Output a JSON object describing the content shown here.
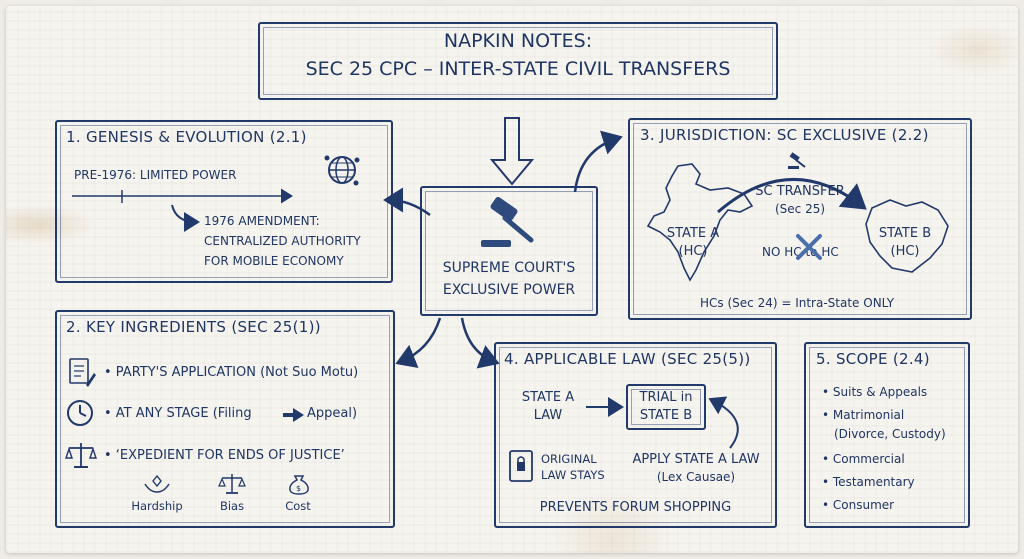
{
  "title": {
    "line1": "NAPKIN NOTES:",
    "line2": "SEC 25 CPC – INTER-STATE CIVIL TRANSFERS"
  },
  "center": {
    "line1": "SUPREME COURT'S",
    "line2": "EXCLUSIVE POWER"
  },
  "genesis": {
    "heading": "1. GENESIS & EVOLUTION (2.1)",
    "pre": "PRE-1976: LIMITED POWER",
    "amend1": "1976 AMENDMENT:",
    "amend2": "CENTRALIZED AUTHORITY",
    "amend3": "FOR MOBILE ECONOMY"
  },
  "jurisdiction": {
    "heading": "3. JURISDICTION: SC EXCLUSIVE (2.2)",
    "transfer1": "SC TRANSFER",
    "transfer2": "(Sec 25)",
    "state_a1": "STATE A",
    "state_a2": "(HC)",
    "state_b1": "STATE B",
    "state_b2": "(HC)",
    "no_hc": "NO HC to HC",
    "note": "HCs (Sec 24) = Intra-State ONLY"
  },
  "ingredients": {
    "heading": "2. KEY INGREDIENTS (SEC 25(1))",
    "items": [
      "• PARTY'S APPLICATION (Not Suo Motu)",
      "• AT ANY STAGE (Filing",
      "Appeal)",
      "• ‘EXPEDIENT FOR ENDS OF JUSTICE’"
    ],
    "factors": [
      "Hardship",
      "Bias",
      "Cost"
    ]
  },
  "law": {
    "heading": "4. APPLICABLE LAW (SEC 25(5))",
    "state_a1": "STATE A",
    "state_a2": "LAW",
    "trial1": "TRIAL in",
    "trial2": "STATE B",
    "orig1": "ORIGINAL",
    "orig2": "LAW STAYS",
    "apply1": "APPLY STATE A LAW",
    "apply2": "(Lex Causae)",
    "footer": "PREVENTS FORUM SHOPPING"
  },
  "scope": {
    "heading": "5. SCOPE (2.4)",
    "items": [
      "• Suits & Appeals",
      "• Matrimonial",
      "(Divorce, Custody)",
      "• Commercial",
      "• Testamentary",
      "• Consumer"
    ]
  },
  "colors": {
    "ink": "#1f3563",
    "paper": "#f6f4ef"
  },
  "icons": [
    "globe-icon",
    "gavel-icon",
    "india-map-icon",
    "document-pen-icon",
    "clock-icon",
    "scales-icon",
    "hands-icon",
    "money-bag-icon",
    "law-book-icon"
  ]
}
